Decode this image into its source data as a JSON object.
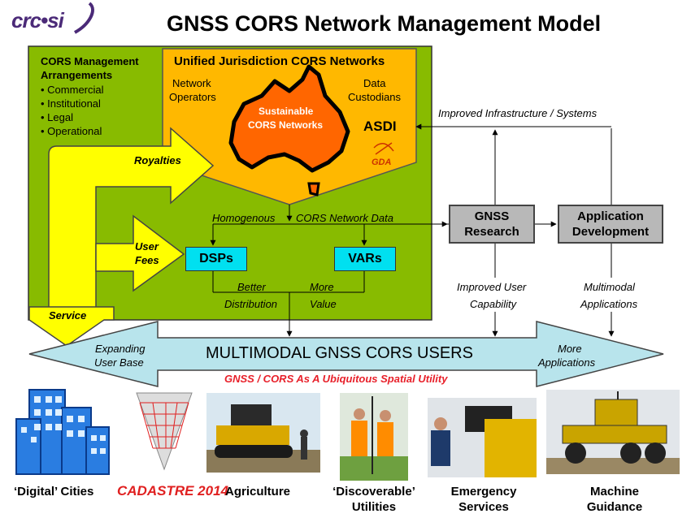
{
  "title": "GNSS CORS Network Management Model",
  "logo": "crc•si",
  "arrangements": {
    "heading_1": "CORS Management",
    "heading_2": "Arrangements",
    "items": [
      "• Commercial",
      "• Institutional",
      "• Legal",
      "• Operational"
    ]
  },
  "unified": {
    "heading": "Unified Jurisdiction CORS Networks",
    "network_operators_1": "Network",
    "network_operators_2": "Operators",
    "data_custodians_1": "Data",
    "data_custodians_2": "Custodians",
    "sustainable_1": "Sustainable",
    "sustainable_2": "CORS Networks",
    "asdi": "ASDI",
    "gda": "GDA"
  },
  "flows": {
    "royalties": "Royalties",
    "user_fees_1": "User",
    "user_fees_2": "Fees",
    "service": "Service",
    "homogenous": "Homogenous",
    "cors_network_data": "CORS Network Data",
    "improved_infra": "Improved Infrastructure / Systems",
    "better": "Better",
    "distribution": "Distribution",
    "more": "More",
    "value": "Value",
    "improved_user_1": "Improved User",
    "improved_user_2": "Capability",
    "multimodal_1": "Multimodal",
    "multimodal_2": "Applications"
  },
  "boxes": {
    "dsps": "DSPs",
    "vars": "VARs",
    "gnss_research_1": "GNSS",
    "gnss_research_2": "Research",
    "app_dev_1": "Application",
    "app_dev_2": "Development"
  },
  "users_arrow": {
    "label": "MULTIMODAL GNSS CORS USERS",
    "expanding_1": "Expanding",
    "expanding_2": "User Base",
    "more_apps_1": "More",
    "more_apps_2": "Applications"
  },
  "utility": "GNSS / CORS As A Ubiquitous Spatial Utility",
  "captions": {
    "cities": "‘Digital’ Cities",
    "cadastre": "CADASTRE 2014",
    "agriculture": "Agriculture",
    "utilities_1": "‘Discoverable’",
    "utilities_2": "Utilities",
    "emergency_1": "Emergency",
    "emergency_2": "Services",
    "machine_1": "Machine",
    "machine_2": "Guidance"
  },
  "colors": {
    "green_panel": "#88bb00",
    "orange_panel": "#ffb800",
    "australia": "#ff6600",
    "yellow_arrow": "#ffff00",
    "cyan_box": "#00e0f0",
    "grey_box": "#b8b8b8",
    "users_arrow": "#b8e4ec",
    "utility_text": "#e8202a"
  }
}
